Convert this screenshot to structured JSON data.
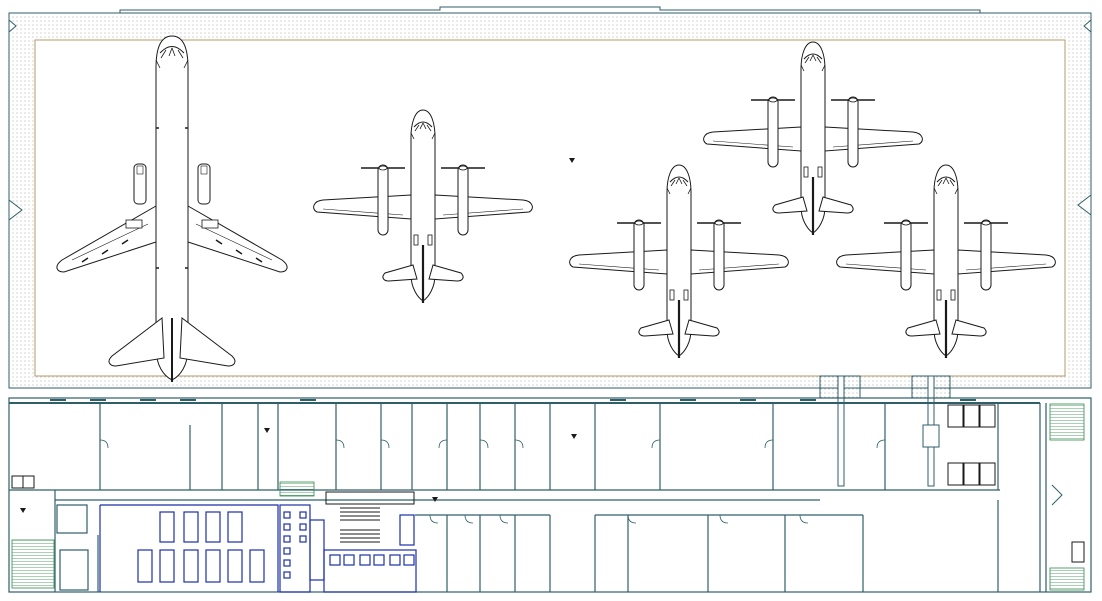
{
  "drawing": {
    "kind": "hangar floor plan",
    "colors": {
      "background": "#ffffff",
      "aircraft": "#1a1a1a",
      "walls": "#2f5f6a",
      "furniture": "#1c2fa8",
      "apron_border": "#b79a6a",
      "apron_dots": "#9a9a9a",
      "stair_green": "#2f8a4a"
    },
    "aircraft": [
      {
        "id": "jet-large",
        "type": "narrow-body jet (top view)"
      },
      {
        "id": "turboprop-a",
        "type": "twin turboprop (top view)"
      },
      {
        "id": "turboprop-b",
        "type": "twin turboprop (top view)"
      },
      {
        "id": "turboprop-c",
        "type": "twin turboprop (top view)"
      },
      {
        "id": "turboprop-d",
        "type": "twin turboprop (top view)"
      }
    ],
    "icons": [
      "hangar-door-icon",
      "stair-icon",
      "toilet-icon",
      "desk-icon"
    ]
  }
}
